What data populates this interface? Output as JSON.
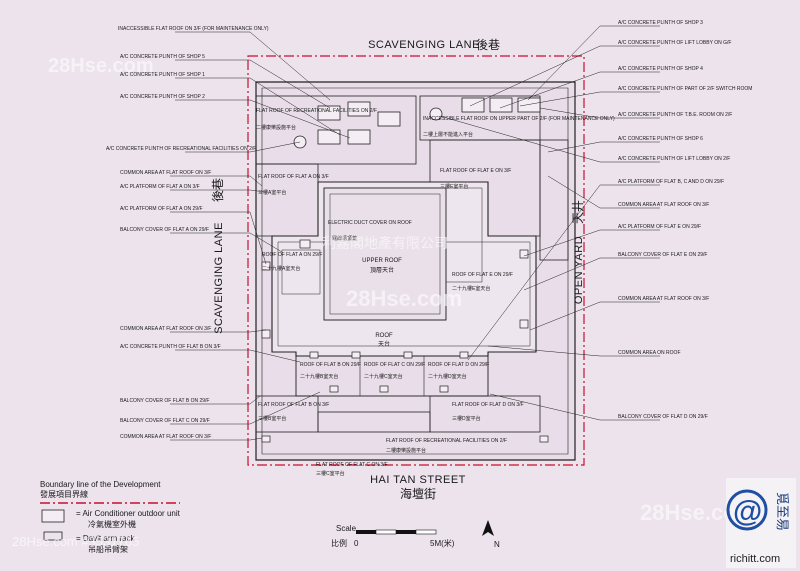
{
  "streets": {
    "top_en": "SCAVENGING LANE",
    "top_zh": "後巷",
    "left_en": "SCAVENGING LANE",
    "left_zh": "後巷",
    "right_en": "OPEN YARD",
    "right_zh": "天井",
    "bottom_en": "HAI TAN STREET",
    "bottom_zh": "海壇街"
  },
  "plan_labels": {
    "flat_roof_recreational_top": "FLAT ROOF OF RECREATIONAL FACILITIES ON 2/F",
    "flat_roof_recreational_top_zh": "二樓康樂設施平台",
    "inaccessible_roof": "INACCESSIBLE FLAT ROOF ON UPPER PART OF 2/F (FOR MAINTENANCE ONLY)",
    "inaccessible_roof_zh": "二樓上層不能進入平台",
    "flat_roof_a3": "FLAT ROOF OF FLAT A ON 3/F",
    "flat_roof_a3_zh": "三樓A室平台",
    "flat_roof_e3": "FLAT ROOF OF FLAT E ON 3/F",
    "flat_roof_e3_zh": "三樓E室平台",
    "electric_duct": "ELECTRIC DUCT COVER ON ROOF",
    "electric_duct_zh": "電線槽頂蓋",
    "upper_roof": "UPPER ROOF",
    "upper_roof_zh": "頂層天台",
    "roof_flat_a": "ROOF OF FLAT A ON 29/F",
    "roof_flat_a_zh": "二十九樓A室天台",
    "roof_flat_e": "ROOF OF FLAT E ON 29/F",
    "roof_flat_e_zh": "二十九樓E室天台",
    "roof": "ROOF",
    "roof_zh": "天台",
    "roof_flat_b": "ROOF OF FLAT B ON 29/F",
    "roof_flat_b_zh": "二十九樓B室天台",
    "roof_flat_c": "ROOF OF FLAT C ON 29/F",
    "roof_flat_c_zh": "二十九樓C室天台",
    "roof_flat_d": "ROOF OF FLAT D ON 29/F",
    "roof_flat_d_zh": "二十九樓D室天台",
    "flat_roof_b3": "FLAT ROOF OF FLAT B ON 3/F",
    "flat_roof_b3_zh": "三樓B室平台",
    "flat_roof_d3": "FLAT ROOF OF FLAT D ON 3/F",
    "flat_roof_d3_zh": "三樓D室平台",
    "flat_roof_recreational_bottom": "FLAT ROOF OF RECREATIONAL FACILITIES ON 2/F",
    "flat_roof_recreational_bottom_zh": "二樓康樂設施平台",
    "flat_roof_c3": "FLAT ROOF OF FLAT C ON 3/F",
    "flat_roof_c3_zh": "三樓C室平台"
  },
  "left_notes": [
    "INACCESSIBLE FLAT ROOF ON 3/F (FOR MAINTENANCE ONLY)",
    "A/C CONCRETE PLINTH OF SHOP 5",
    "A/C CONCRETE PLINTH OF SHOP 1",
    "A/C CONCRETE PLINTH OF SHOP 2",
    "A/C CONCRETE PLINTH OF RECREATIONAL FACILITIES ON 2/F",
    "COMMON AREA AT FLAT ROOF ON 3/F",
    "A/C PLATFORM OF FLAT A ON 3/F",
    "A/C PLATFORM OF FLAT A ON 29/F",
    "BALCONY COVER OF FLAT A ON 29/F",
    "COMMON AREA AT FLAT ROOF ON 3/F",
    "A/C CONCRETE PLINTH OF FLAT B ON 3/F",
    "BALCONY COVER OF FLAT B ON 29/F",
    "BALCONY COVER OF FLAT C ON 29/F",
    "COMMON AREA AT FLAT ROOF ON 3/F"
  ],
  "right_notes": [
    "A/C CONCRETE PLINTH OF SHOP 3",
    "A/C CONCRETE PLINTH OF LIFT LOBBY ON G/F",
    "A/C CONCRETE PLINTH OF SHOP 4",
    "A/C CONCRETE PLINTH OF PART OF 2/F SWITCH ROOM",
    "A/C CONCRETE PLINTH OF T.B.E. ROOM ON 2/F",
    "A/C CONCRETE PLINTH OF SHOP 6",
    "A/C CONCRETE PLINTH OF LIFT LOBBY ON 2/F",
    "A/C PLATFORM OF FLAT B, C AND D ON 29/F",
    "COMMON AREA AT FLAT ROOF ON 3/F",
    "A/C PLATFORM OF FLAT E ON 29/F",
    "BALCONY COVER OF FLAT E ON 29/F",
    "COMMON AREA AT FLAT ROOF ON 3/F",
    "COMMON AREA ON ROOF",
    "BALCONY COVER OF FLAT D ON 29/F"
  ],
  "legend": {
    "boundary_en": "Boundary line of the Development",
    "boundary_zh": "發展項目界線",
    "ac_label": "= Air Conditioner outdoor unit",
    "ac_zh": "冷氣機室外機",
    "davit_label": "= Davit arm rack",
    "davit_zh": "吊船吊臂架"
  },
  "scale": {
    "label": "Scale",
    "label_zh": "比例",
    "zero": "0",
    "five": "5M(米)"
  },
  "north": "N",
  "watermarks": {
    "site_top": "28Hse.com",
    "company": "利嘉閣地產有限公司",
    "center": "28Hse.com",
    "bottom_right": "28Hse.com",
    "bottom_left": "28Hse.com #3531765",
    "brand_site": "richitt.com",
    "brand_zh": "覓至易",
    "brand_at": "@"
  },
  "colors": {
    "boundary": "#c8102e",
    "line": "#222222",
    "brand_blue": "#1f4fa3"
  }
}
